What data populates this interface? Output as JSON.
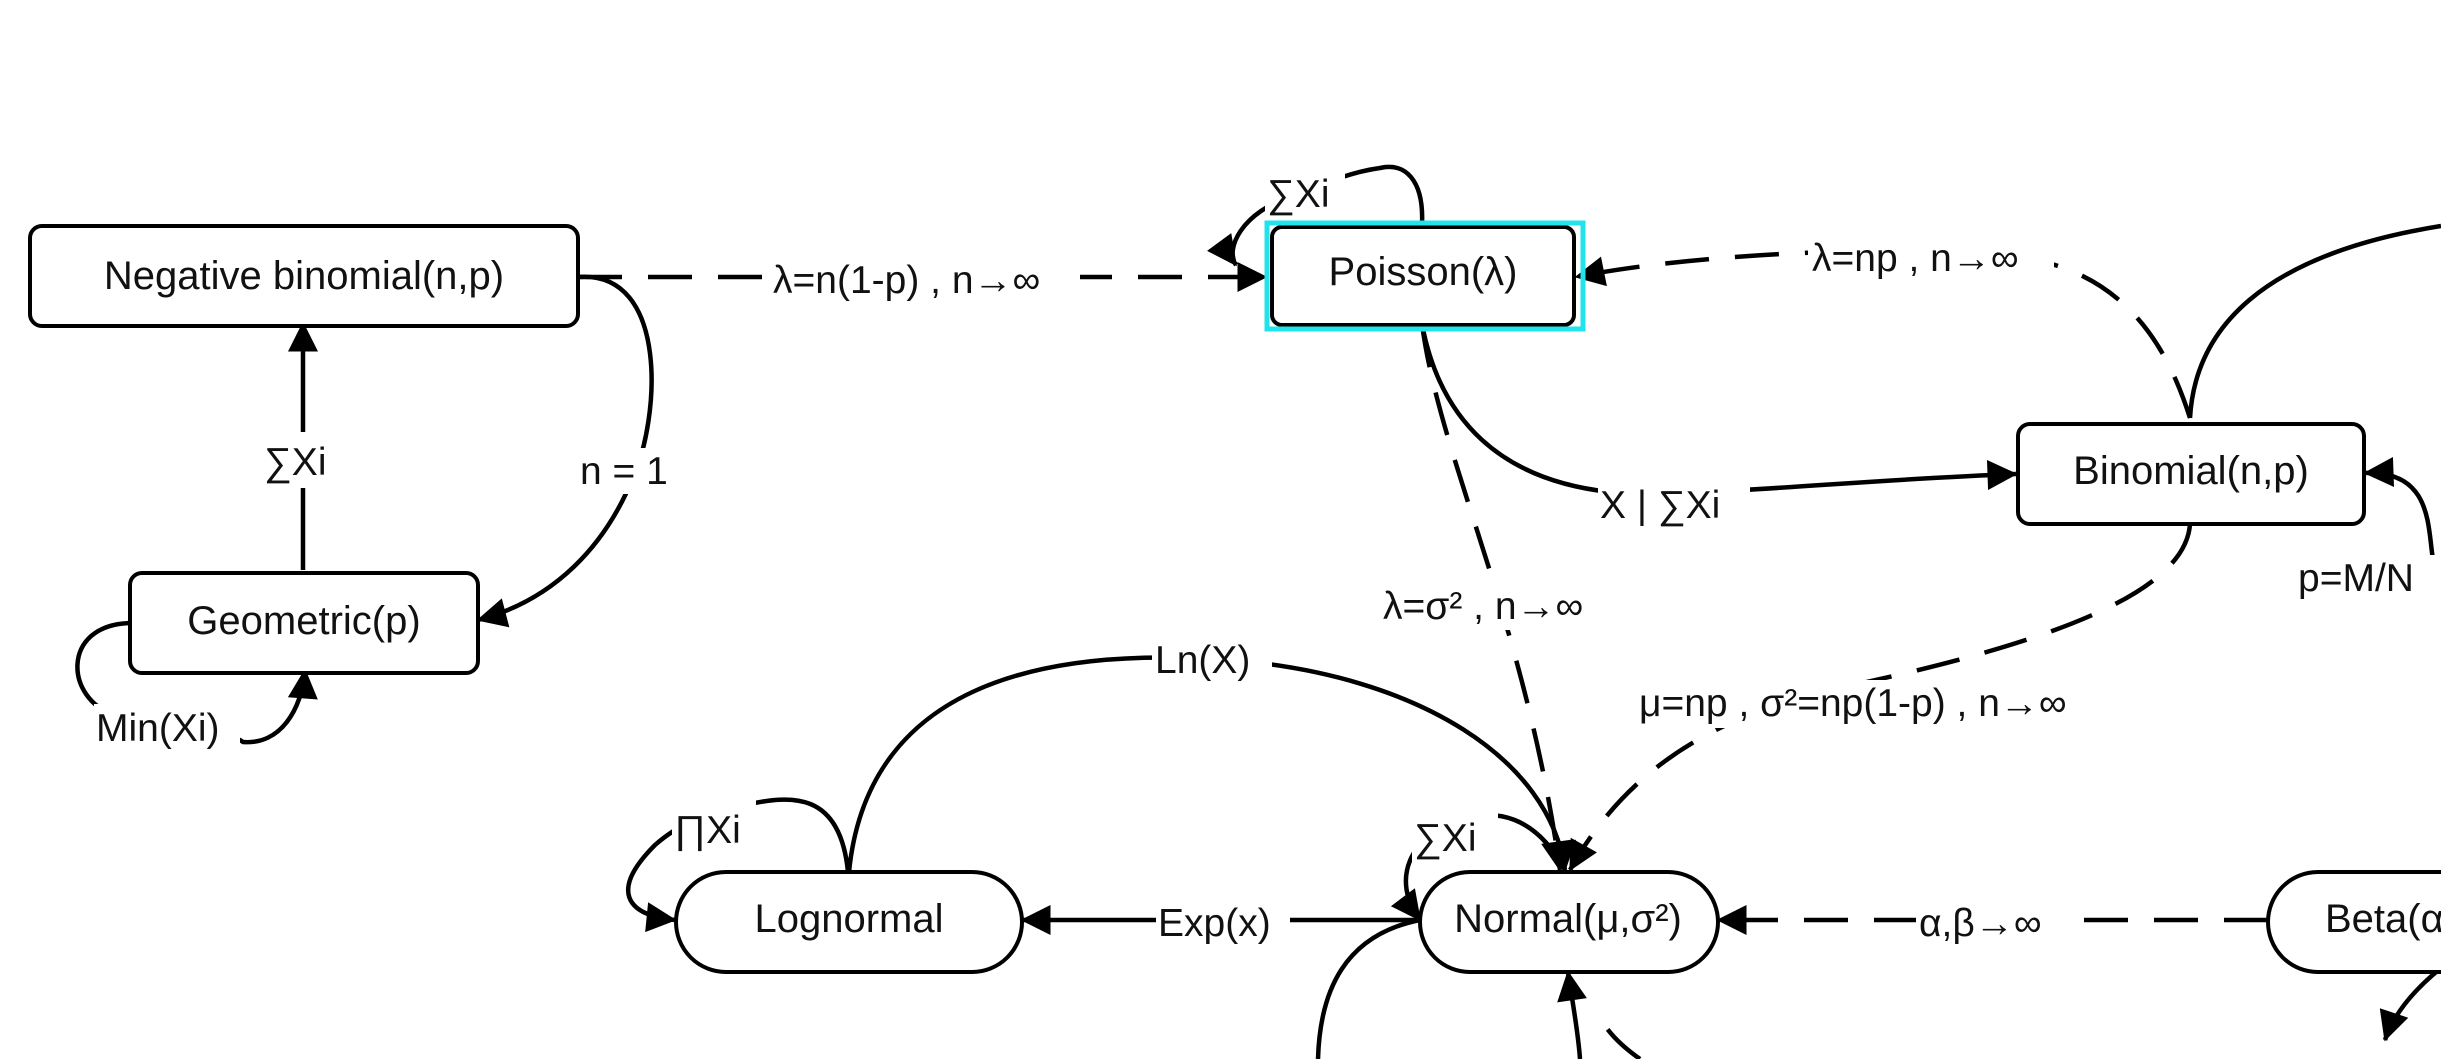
{
  "nodes": {
    "negative_binomial": "Negative binomial(n,p)",
    "poisson": "Poisson(λ)",
    "geometric": "Geometric(p)",
    "binomial": "Binomial(n,p)",
    "lognormal": "Lognormal",
    "normal": "Normal(μ,σ²)",
    "beta": "Beta(α,β)"
  },
  "edges": {
    "negbin_to_poisson": "λ=n(1-p) , n→∞",
    "poisson_self_sum": "∑Xi",
    "binomial_to_poisson": "λ=np , n→∞",
    "geometric_to_negbin": "∑Xi",
    "negbin_to_geometric": "n = 1",
    "poisson_to_binomial": "X | ∑Xi",
    "poisson_to_normal": "λ=σ² , n→∞",
    "binomial_to_normal": "μ=np , σ²=np(1-p) , n→∞",
    "hypergeometric_to_binomial": "p=M/N",
    "geometric_self_min": "Min(Xi)",
    "lognormal_to_normal": "Ln(X)",
    "lognormal_self_product": "∏Xi",
    "normal_self_sum": "∑Xi",
    "normal_to_lognormal": "Exp(x)",
    "beta_to_normal": "α,β→∞"
  },
  "highlight_color": "#22e3ec",
  "line_color": "#000000"
}
